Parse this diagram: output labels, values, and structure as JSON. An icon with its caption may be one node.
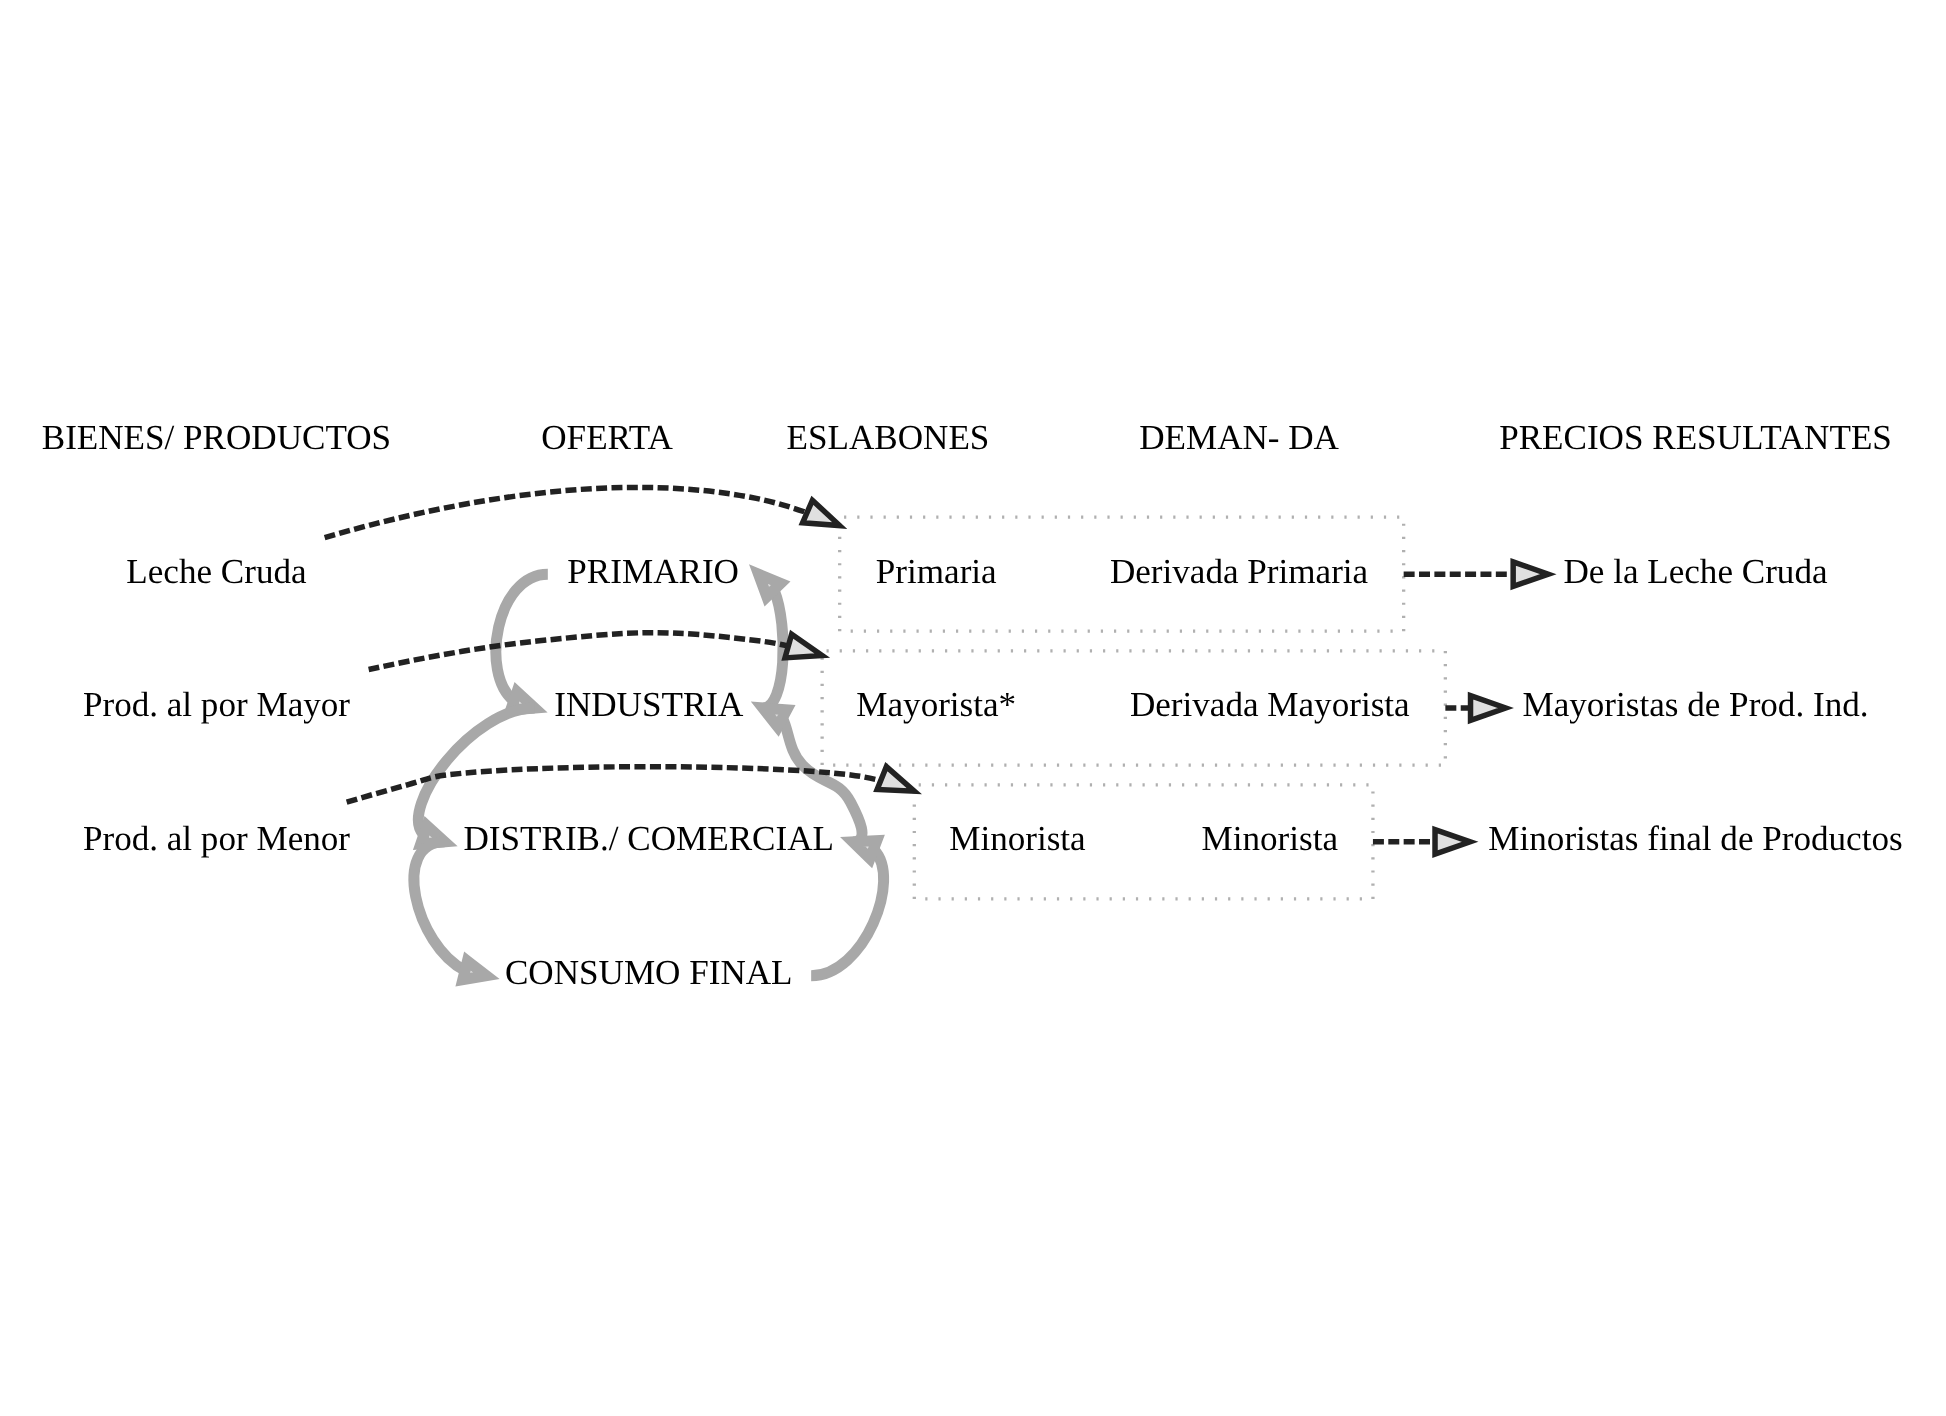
{
  "diagram": {
    "nodes": [
      {
        "text": [
          "PRIMARIO"
        ]
      },
      {
        "text": [
          "Leche Cruda"
        ]
      },
      {
        "text": [],
        "shape": "box"
      },
      {
        "text": [
          "Primaria"
        ],
        "in": 2
      },
      {
        "text": [
          "Derivada Primaria"
        ],
        "in": 2
      },
      {
        "text": [
          "De la Leche Cruda"
        ]
      },
      {
        "text": [
          "INDUSTRIA"
        ]
      },
      {
        "text": [
          "Prod. al por Mayor"
        ]
      },
      {
        "text": [],
        "shape": "box"
      },
      {
        "text": [
          "Mayorista*"
        ],
        "in": 8
      },
      {
        "text": [
          "Derivada Mayorista"
        ],
        "in": 8
      },
      {
        "text": [
          "Mayoristas de Prod. Ind."
        ]
      },
      {
        "text": [
          "DISTRIB./ COMERCIAL"
        ]
      },
      {
        "text": [
          "Prod. al por Menor"
        ]
      },
      {
        "text": [],
        "shape": "box"
      },
      {
        "text": [
          "Minorista"
        ],
        "in": 14
      },
      {
        "text": [
          "Minorista"
        ],
        "in": 14
      },
      {
        "text": [
          "Minoristas final de Productos"
        ]
      },
      {
        "text": [
          "CONSUMO FINAL"
        ]
      }
    ],
    "edges": [
      {
        "from": 1,
        "to": 2,
        "arrow": "to",
        "style": "dashed"
      },
      {
        "from": 2,
        "to": 5,
        "arrow": "to",
        "style": "dashed"
      },
      {
        "from": 7,
        "to": 8,
        "arrow": "to",
        "style": "dashed"
      },
      {
        "from": 8,
        "to": 11,
        "arrow": "to",
        "style": "dashed"
      },
      {
        "from": 13,
        "to": 14,
        "arrow": "to",
        "style": "dashed"
      },
      {
        "from": 14,
        "to": 17,
        "arrow": "to",
        "style": "dashed"
      },
      {
        "from": 0,
        "to": 6,
        "arrow": "to",
        "style": "thick",
        "color": "#a8a8a8"
      },
      {
        "from": 6,
        "to": 0,
        "arrow": "to",
        "style": "thick",
        "color": "#a8a8a8"
      },
      {
        "from": 6,
        "to": 12,
        "arrow": "to",
        "style": "thick",
        "color": "#a8a8a8"
      },
      {
        "from": 12,
        "to": 6,
        "arrow": "to",
        "style": "thick",
        "color": "#a8a8a8"
      },
      {
        "from": 12,
        "to": 18,
        "arrow": "to",
        "style": "thick",
        "color": "#a8a8a8"
      },
      {
        "from": 18,
        "to": 12,
        "arrow": "to",
        "style": "thick",
        "color": "#a8a8a8"
      }
    ],
    "labels": [
      "BIENES/ PRODUCTOS",
      "OFERTA",
      "ESLABONES",
      "DEMAN- DA",
      "PRECIOS RESULTANTES"
    ]
  }
}
